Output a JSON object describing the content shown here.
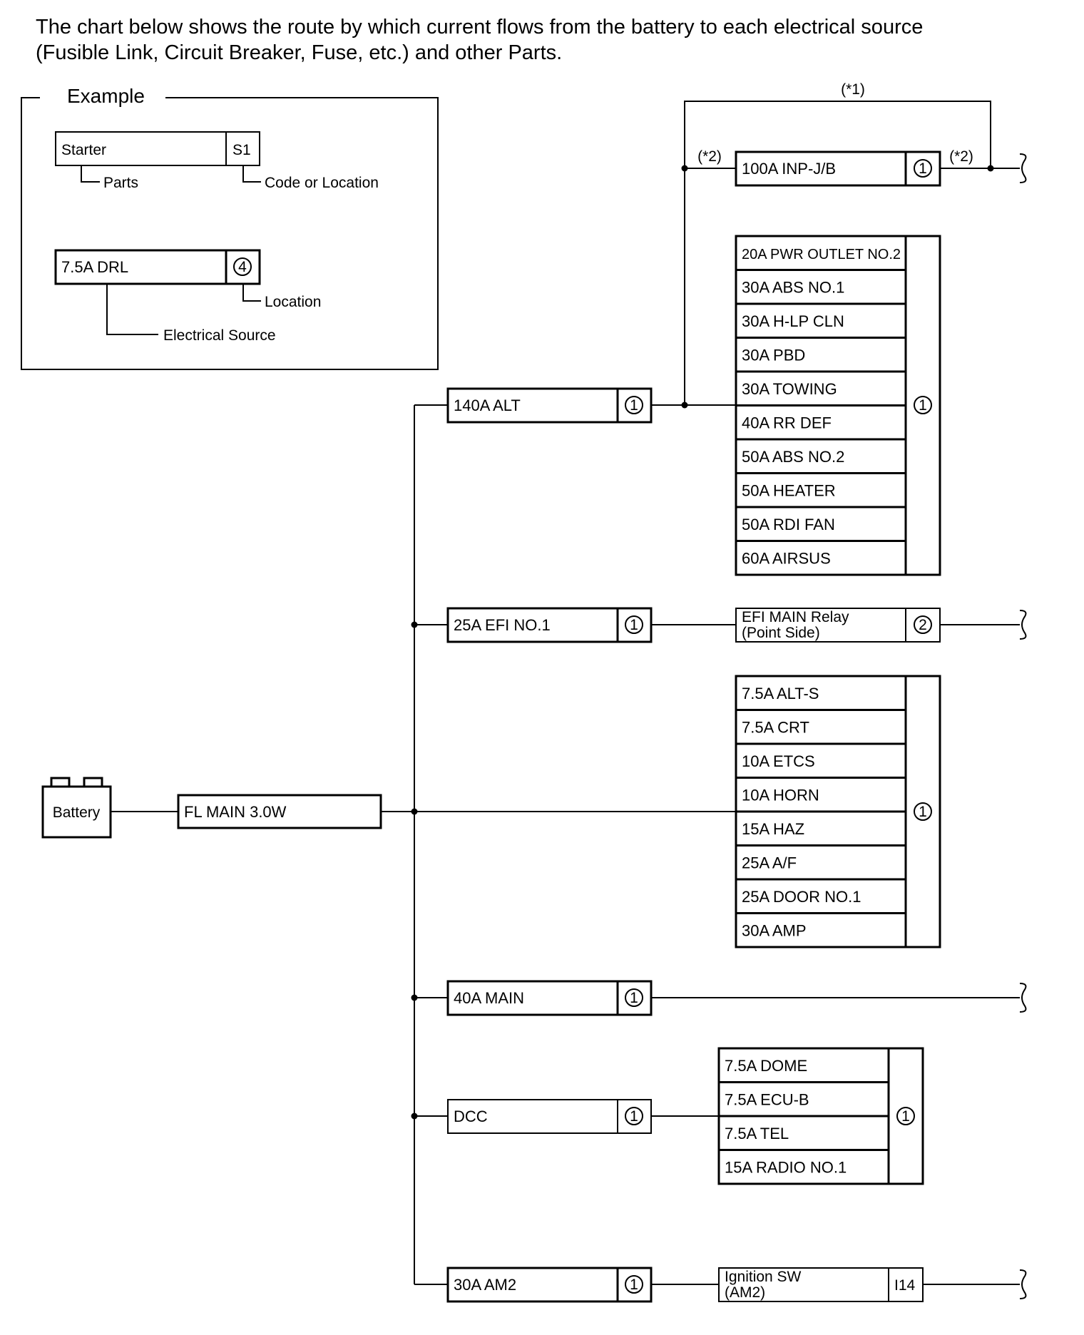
{
  "intro": {
    "line1": "The chart below shows the route by which current flows from the battery to each electrical source",
    "line2": "(Fusible Link, Circuit Breaker, Fuse, etc.) and other Parts."
  },
  "example": {
    "title": "Example",
    "part_name": "Starter",
    "part_code": "S1",
    "parts_caption": "Parts",
    "code_caption": "Code or Location",
    "source_name": "7.5A DRL",
    "source_location": "4",
    "location_caption": "Location",
    "source_caption": "Electrical Source"
  },
  "battery": {
    "label": "Battery"
  },
  "main_fuse": {
    "label": "FL MAIN 3.0W"
  },
  "annotations": {
    "star1": "(*1)",
    "star2_left": "(*2)",
    "star2_right": "(*2)"
  },
  "inp_jb": {
    "label": "100A INP-J/B",
    "location": "1"
  },
  "branches": [
    {
      "label": "140A ALT",
      "location": "1"
    },
    {
      "label": "25A EFI NO.1",
      "location": "1"
    },
    {
      "label": "40A MAIN",
      "location": "1"
    },
    {
      "label": "DCC",
      "location": "1"
    },
    {
      "label": "30A AM2",
      "location": "1"
    }
  ],
  "alt_group": {
    "location": "1",
    "items": [
      "20A PWR OUTLET NO.2",
      "30A ABS NO.1",
      "30A H-LP CLN",
      "30A PBD",
      "30A TOWING",
      "40A RR DEF",
      "50A ABS NO.2",
      "50A HEATER",
      "50A RDI FAN",
      "60A AIRSUS"
    ]
  },
  "efi_relay": {
    "line1": "EFI MAIN Relay",
    "line2": "(Point Side)",
    "location": "2"
  },
  "main_group": {
    "location": "1",
    "items": [
      "7.5A ALT-S",
      "7.5A CRT",
      "10A ETCS",
      "10A HORN",
      "15A HAZ",
      "25A A/F",
      "25A DOOR NO.1",
      "30A AMP"
    ]
  },
  "dcc_group": {
    "location": "1",
    "items": [
      "7.5A DOME",
      "7.5A ECU-B",
      "7.5A TEL",
      "15A RADIO NO.1"
    ]
  },
  "ignition": {
    "line1": "Ignition SW",
    "line2": "(AM2)",
    "code": "I14"
  }
}
